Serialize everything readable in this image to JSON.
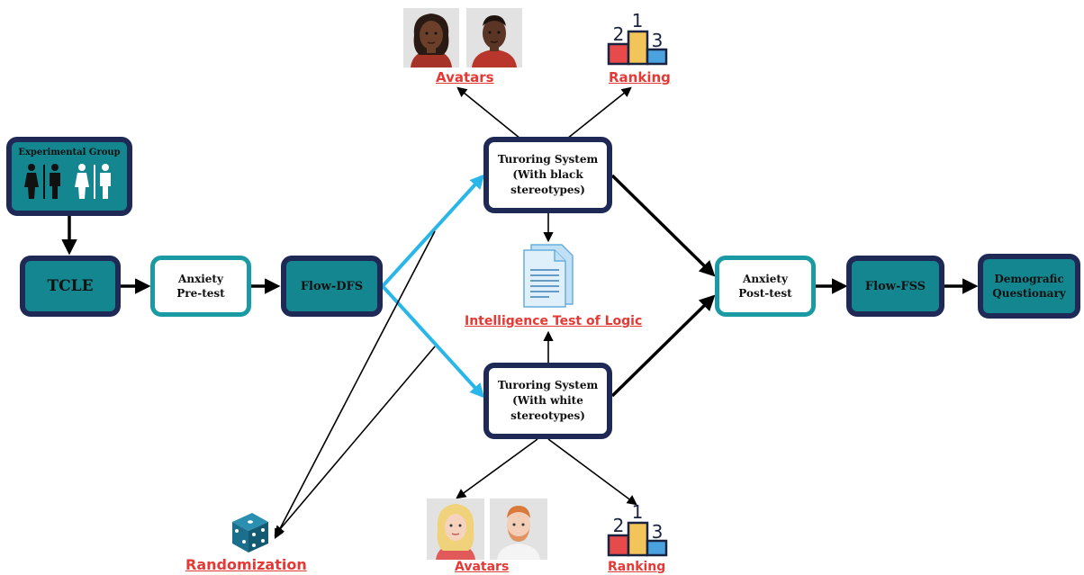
{
  "nodes": {
    "experimental_group": "Experimental Group",
    "tcle": "TCLE",
    "anxiety_pre": [
      "Anxiety",
      "Pre-test"
    ],
    "flow_dfs": "Flow-DFS",
    "tutoring_black": [
      "Turoring System",
      "(With black",
      "stereotypes)"
    ],
    "tutoring_white": [
      "Turoring System",
      "(With white",
      "stereotypes)"
    ],
    "anxiety_post": [
      "Anxiety",
      "Post-test"
    ],
    "flow_fss": "Flow-FSS",
    "demographic": [
      "Demografic",
      "Questionary"
    ]
  },
  "labels": {
    "avatars_top": "Avatars",
    "ranking_top": "Ranking",
    "intelligence_test": "Intelligence Test of Logic",
    "avatars_bottom": "Avatars",
    "ranking_bottom": "Ranking",
    "randomization": "Randomization"
  },
  "podium_numbers": [
    "2",
    "1",
    "3"
  ],
  "icons": [
    "people-icon",
    "female-avatar-icon",
    "male-avatar-icon",
    "podium-icon",
    "document-icon",
    "dice-icon"
  ],
  "colors": {
    "teal": "#14868f",
    "navy": "#1e2a55",
    "cyan_arrow": "#29b6e8",
    "label_red": "#e53935"
  }
}
